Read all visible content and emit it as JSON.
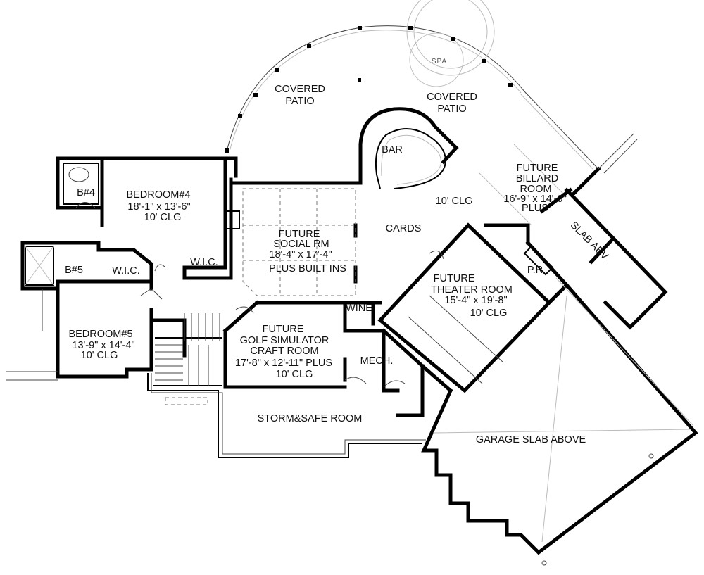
{
  "rooms": {
    "covered_patio_left": [
      "COVERED",
      "PATIO"
    ],
    "covered_patio_right": [
      "COVERED",
      "PATIO"
    ],
    "spa": "SPA",
    "bar": "BAR",
    "billard": [
      "FUTURE",
      "BILLARD",
      "ROOM",
      "16'-9\" x 14'-0\"",
      "PLUS"
    ],
    "clg_10": "10' CLG",
    "cards": "CARDS",
    "slab_abv": "SLAB ABV.",
    "bedroom4": [
      "BEDROOM#4",
      "18'-1\" x 13'-6\"",
      "10' CLG"
    ],
    "b4": "B#4",
    "b5": "B#5",
    "wic_left": "W.I.C.",
    "wic_right": "W.I.C.",
    "social": [
      "FUTURE",
      "SOCIAL RM",
      "18'-4\" x 17'-4\"",
      "PLUS BUILT INS"
    ],
    "pr": "P.R.",
    "theater": [
      "FUTURE",
      "THEATER ROOM",
      "15'-4\" x 19'-8\"",
      "10' CLG"
    ],
    "wine": "WINE",
    "bedroom5": [
      "BEDROOM#5",
      "13'-9\" x 14'-4\"",
      "10' CLG"
    ],
    "golf": [
      "FUTURE",
      "GOLF SIMULATOR",
      "CRAFT ROOM",
      "17'-8\" x 12'-11\" PLUS",
      "10' CLG"
    ],
    "mech": "MECH.",
    "storm": "STORM&SAFE ROOM",
    "garage": "GARAGE SLAB ABOVE"
  }
}
